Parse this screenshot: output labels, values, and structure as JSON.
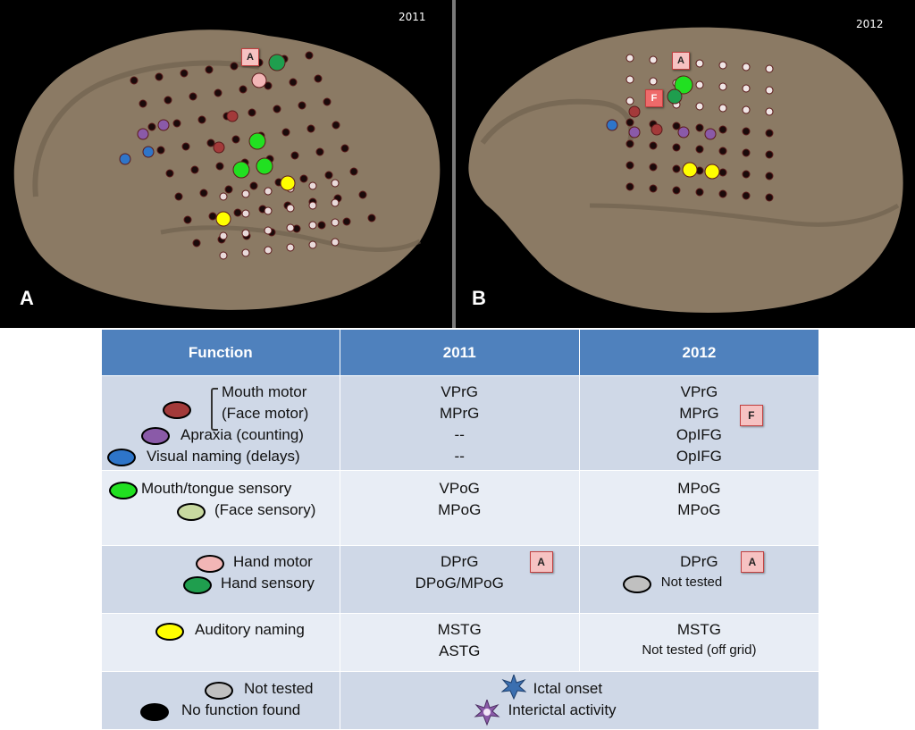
{
  "figure": {
    "panel_a": {
      "label": "A",
      "year": "2011",
      "marker": "A"
    },
    "panel_b": {
      "label": "B",
      "year": "2012",
      "marker_a": "A",
      "marker_f": "F"
    }
  },
  "table": {
    "headers": [
      "Function",
      "2011",
      "2012"
    ],
    "row1": {
      "functions": [
        "Mouth motor",
        "(Face motor)",
        "Apraxia (counting)",
        "Visual naming (delays)"
      ],
      "y2011": [
        "VPrG",
        "MPrG",
        "--",
        "--"
      ],
      "y2012": [
        "VPrG",
        "MPrG",
        "OpIFG",
        "OpIFG"
      ],
      "marker": "F"
    },
    "row2": {
      "functions": [
        "Mouth/tongue sensory",
        "(Face sensory)"
      ],
      "y2011": [
        "VPoG",
        "MPoG"
      ],
      "y2012": [
        "MPoG",
        "MPoG"
      ]
    },
    "row3": {
      "functions": [
        "Hand motor",
        "Hand sensory"
      ],
      "y2011": [
        "DPrG",
        "DPoG/MPoG"
      ],
      "y2012": [
        "DPrG",
        "Not tested"
      ],
      "marker_2011": "A",
      "marker_2012": "A"
    },
    "row4": {
      "functions": [
        "Auditory naming"
      ],
      "y2011": [
        "MSTG",
        "ASTG"
      ],
      "y2012": [
        "MSTG",
        "Not tested (off grid)"
      ]
    },
    "row5": {
      "legend": [
        "Not tested",
        "No function found"
      ],
      "symbols": [
        "Ictal onset",
        "Interictal activity"
      ]
    }
  },
  "colors": {
    "mouth_motor": "#a33a3a",
    "apraxia": "#8a5aa8",
    "visual_naming": "#2e75c9",
    "mouth_sensory": "#21e021",
    "face_sensory": "#c8d9a0",
    "hand_motor": "#f2b6b6",
    "hand_sensory": "#1f9e4e",
    "auditory": "#ffff00",
    "not_tested": "#c0c0c0",
    "no_function": "#000000",
    "ictal": "#3b6fb0",
    "interictal": "#8a5aa8",
    "header_bg": "#4f81bd"
  },
  "icons": [
    "brain-render",
    "ictal-star-icon",
    "interictal-star-icon"
  ]
}
